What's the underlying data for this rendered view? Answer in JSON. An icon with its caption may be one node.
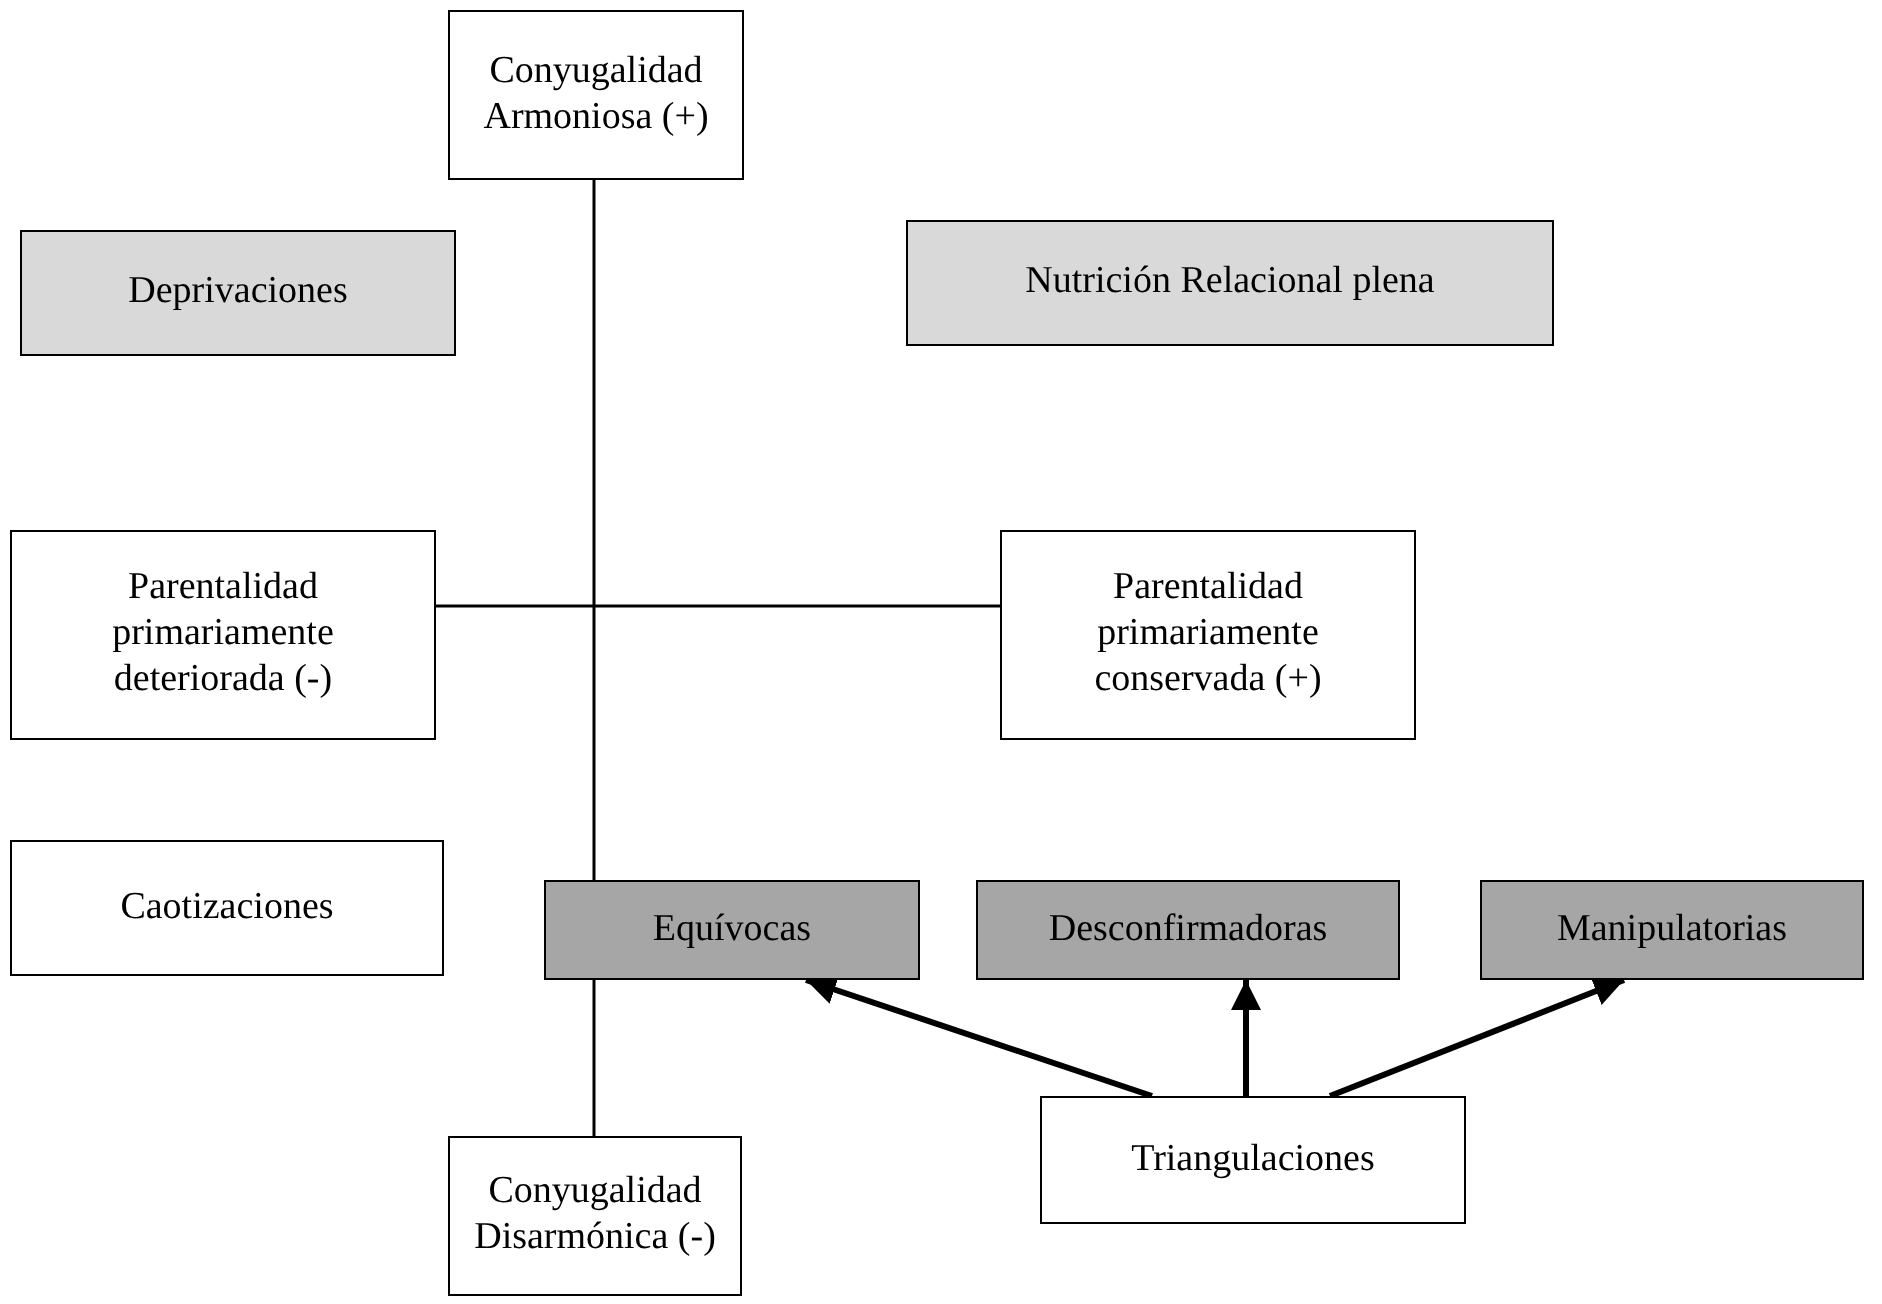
{
  "diagram": {
    "nodes": [
      {
        "text": [
          "Conyugalidad Armoniosa (+)"
        ]
      },
      {
        "text": [
          "Deprivaciones"
        ]
      },
      {
        "text": [
          "Nutrición Relacional plena"
        ]
      },
      {
        "text": [
          "Parentalidad primariamente deteriorada (-)"
        ]
      },
      {
        "text": [
          "Parentalidad primariamente conservada (+)"
        ]
      },
      {
        "text": [
          "Caotizaciones"
        ]
      },
      {
        "text": [
          "Equívocas"
        ]
      },
      {
        "text": [
          "Desconfirmadoras"
        ]
      },
      {
        "text": [
          "Manipulatorias"
        ]
      },
      {
        "text": [
          "Conyugalidad Disarmónica (-)"
        ]
      },
      {
        "text": [
          "Triangulaciones"
        ]
      }
    ],
    "edges": [
      {
        "from": 0,
        "to": 6,
        "arrow": "none"
      },
      {
        "from": 6,
        "to": 9,
        "arrow": "none"
      },
      {
        "from": 3,
        "to": 4,
        "arrow": "none"
      },
      {
        "from": 10,
        "to": 6,
        "arrow": "to",
        "style": "thick"
      },
      {
        "from": 10,
        "to": 7,
        "arrow": "to",
        "style": "thick"
      },
      {
        "from": 10,
        "to": 8,
        "arrow": "to",
        "style": "thick"
      }
    ]
  }
}
